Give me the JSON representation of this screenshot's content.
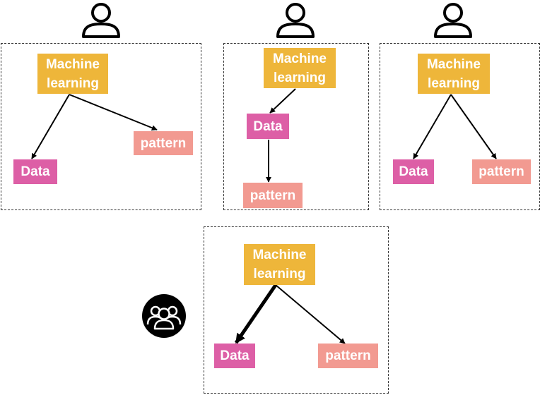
{
  "colors": {
    "machine_learning": "#eeb63a",
    "data": "#dd5fa6",
    "pattern": "#f29a91",
    "line": "#000000"
  },
  "icons": {
    "individual": "person-icon",
    "group": "group-icon"
  },
  "panels": [
    {
      "id": "panel-1",
      "nodes": {
        "machine_learning": "Machine\nlearning",
        "data": "Data",
        "pattern": "pattern"
      },
      "edges": [
        {
          "from": "Machine learning",
          "to": "Data"
        },
        {
          "from": "Machine learning",
          "to": "pattern"
        }
      ]
    },
    {
      "id": "panel-2",
      "nodes": {
        "machine_learning": "Machine\nlearning",
        "data": "Data",
        "pattern": "pattern"
      },
      "edges": [
        {
          "from": "Machine learning",
          "to": "Data"
        },
        {
          "from": "Data",
          "to": "pattern"
        }
      ]
    },
    {
      "id": "panel-3",
      "nodes": {
        "machine_learning": "Machine\nlearning",
        "data": "Data",
        "pattern": "pattern"
      },
      "edges": [
        {
          "from": "Machine learning",
          "to": "Data"
        },
        {
          "from": "Machine learning",
          "to": "pattern"
        }
      ]
    },
    {
      "id": "panel-consensus",
      "nodes": {
        "machine_learning": "Machine\nlearning",
        "data": "Data",
        "pattern": "pattern"
      },
      "edges": [
        {
          "from": "Machine learning",
          "to": "Data",
          "emphasis": "thick"
        },
        {
          "from": "Machine learning",
          "to": "pattern"
        }
      ]
    }
  ]
}
